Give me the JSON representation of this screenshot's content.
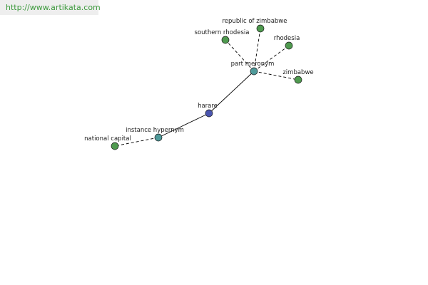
{
  "banner": {
    "url": "http://www.artikata.com"
  },
  "colors": {
    "leaf": "#4f9a4f",
    "relation": "#4f9a9a",
    "root": "#4a55b0",
    "banner_text": "#3c9a3c"
  },
  "nodes": {
    "harare": {
      "label": "harare",
      "kind": "root"
    },
    "part_meronym": {
      "label": "part meronym",
      "kind": "relation"
    },
    "instance_hypernym": {
      "label": "instance hypernym",
      "kind": "relation"
    },
    "national_capital": {
      "label": "national capital",
      "kind": "leaf"
    },
    "southern_rhodesia": {
      "label": "southern rhodesia",
      "kind": "leaf"
    },
    "republic_of_zimbabwe": {
      "label": "republic of zimbabwe",
      "kind": "leaf"
    },
    "rhodesia": {
      "label": "rhodesia",
      "kind": "leaf"
    },
    "zimbabwe": {
      "label": "zimbabwe",
      "kind": "leaf"
    }
  }
}
